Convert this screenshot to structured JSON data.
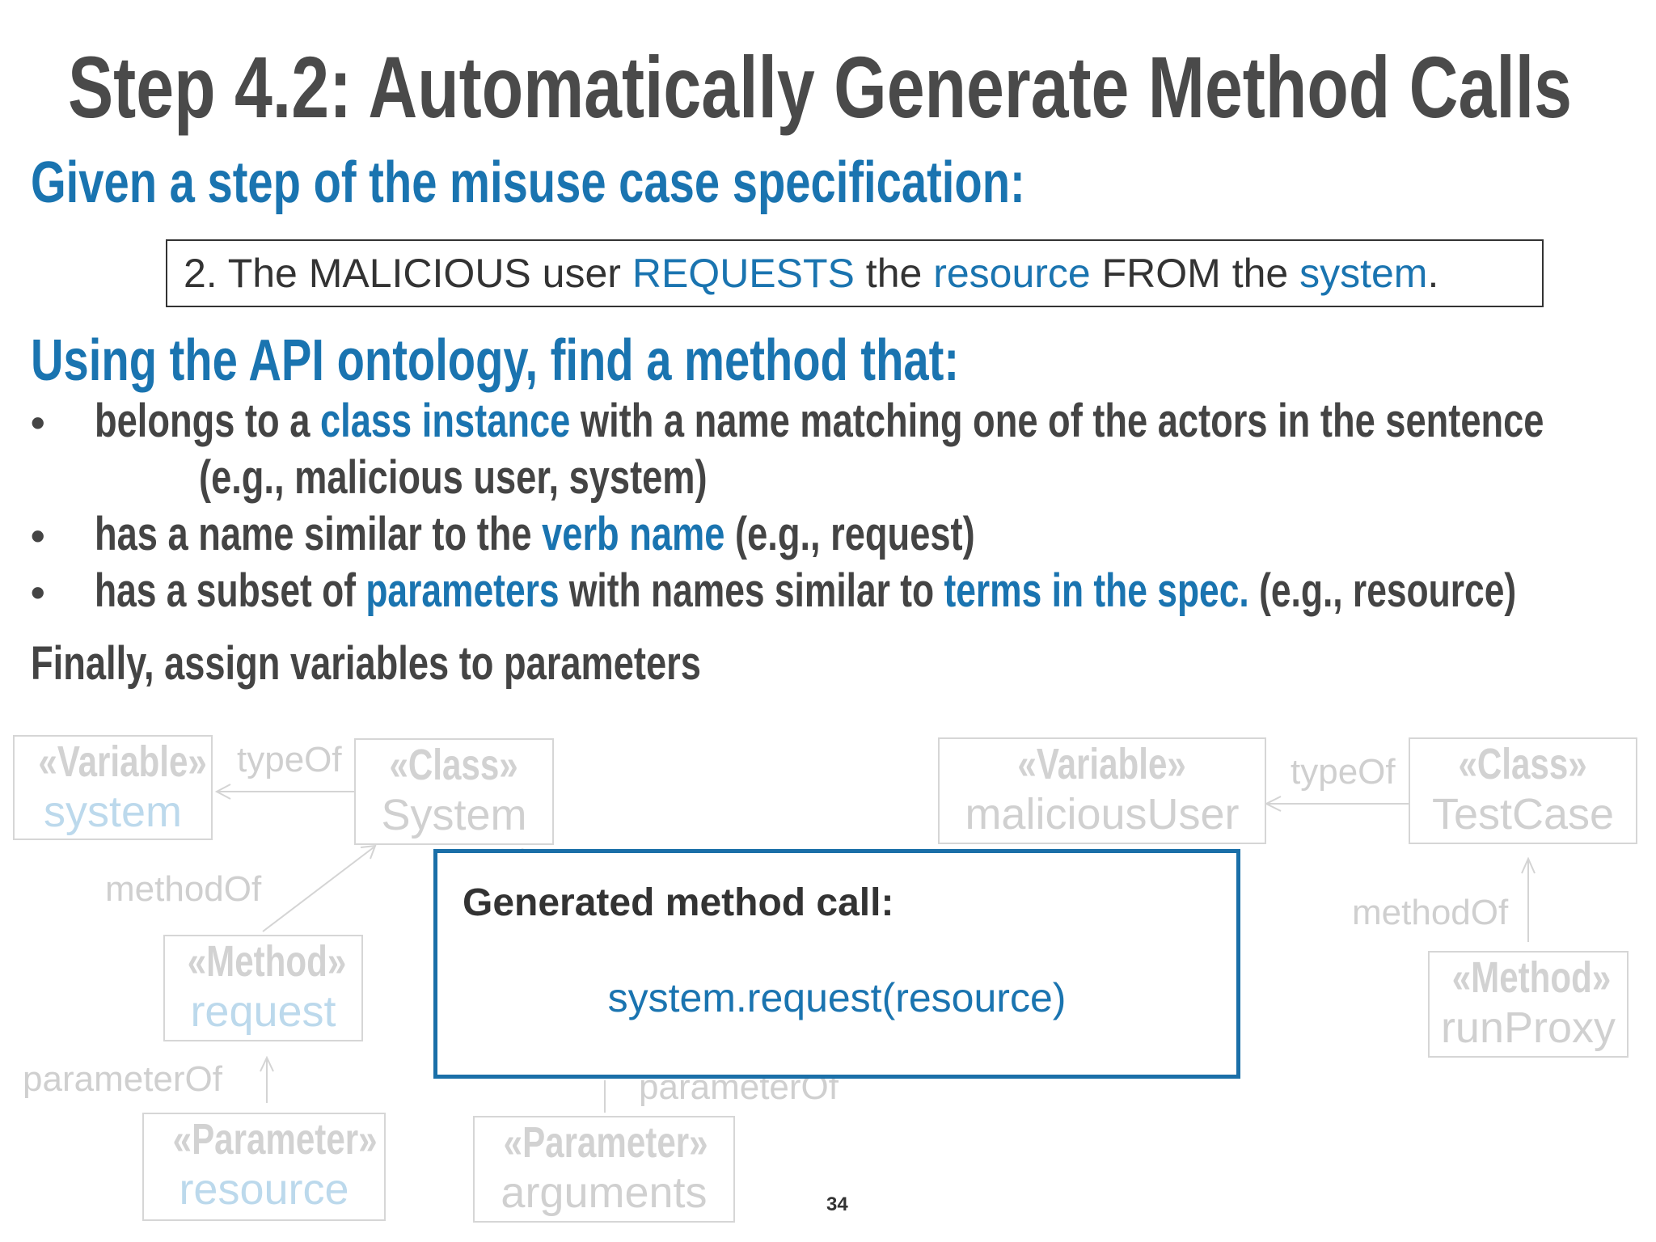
{
  "title": "Step 4.2: Automatically Generate Method Calls",
  "given_heading": "Given a step of the misuse case specification:",
  "spec_step": {
    "p1": "2. The MALICIOUS user ",
    "k1": "REQUESTS",
    "p2": " the ",
    "k2": "resource",
    "p3": " FROM the ",
    "k3": "system",
    "p4": "."
  },
  "using_heading": "Using the API ontology, find a method that:",
  "bullets": [
    {
      "pre": "belongs to a ",
      "hl": "class instance",
      "post": " with a name matching one of the actors in the sentence",
      "example": "(e.g., malicious user, system)"
    },
    {
      "pre": "has a name similar to the ",
      "hl": "verb name",
      "post": " (e.g., request)"
    },
    {
      "pre": "has a subset of ",
      "hl": "parameters",
      "mid": " with names similar to ",
      "hl2": "terms in the spec.",
      "post": " (e.g., resource)"
    }
  ],
  "bullet_symbol": "•",
  "finally_text": "Finally, assign variables to parameters",
  "diagram": {
    "var_system": {
      "stereo": "«Variable»",
      "name": "system"
    },
    "class_system": {
      "stereo": "«Class»",
      "name": "System"
    },
    "method_request": {
      "stereo": "«Method»",
      "name": "request"
    },
    "param_resource": {
      "stereo": "«Parameter»",
      "name": "resource"
    },
    "param_arguments": {
      "stereo": "«Parameter»",
      "name": "arguments"
    },
    "var_malicious": {
      "stereo": "«Variable»",
      "name": "maliciousUser"
    },
    "class_testcase": {
      "stereo": "«Class»",
      "name": "TestCase"
    },
    "method_runproxy": {
      "stereo": "«Method»",
      "name": "runProxy"
    },
    "rel_typeof_1": "typeOf",
    "rel_typeof_2": "typeOf",
    "rel_methodof_1": "methodOf",
    "rel_methodof_2": "methodOf",
    "rel_parameterof_1": "parameterOf",
    "rel_parameterof_2": "parameterOf"
  },
  "generated": {
    "label": "Generated method call:",
    "code": "system.request(resource)"
  },
  "page_number": "34",
  "colors": {
    "accent": "#1a74b0",
    "title": "#4a4a4a",
    "text": "#444444"
  }
}
